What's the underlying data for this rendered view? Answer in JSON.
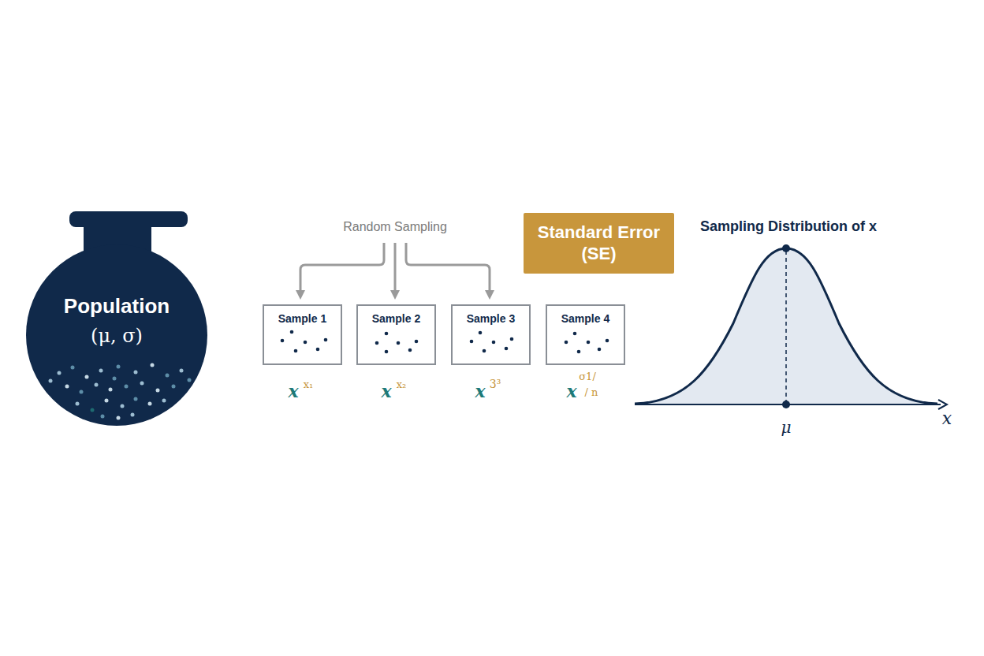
{
  "diagram": {
    "nodes": [
      {
        "text": [
          "Population",
          "(μ, σ)"
        ]
      },
      {
        "text": [
          "Sample 1"
        ]
      },
      {
        "text": [
          "Sample 2"
        ]
      },
      {
        "text": [
          "Sample 3"
        ]
      },
      {
        "text": [
          "Sample 4"
        ]
      },
      {
        "text": [
          "Standard Error (SE)"
        ]
      }
    ],
    "labels": [
      "Random Sampling",
      "x",
      "x₁",
      "x",
      "x₂",
      "x",
      "3³",
      "x",
      "σ1/",
      "/ n",
      "Sampling Distribution of x",
      "μ",
      "x"
    ]
  }
}
